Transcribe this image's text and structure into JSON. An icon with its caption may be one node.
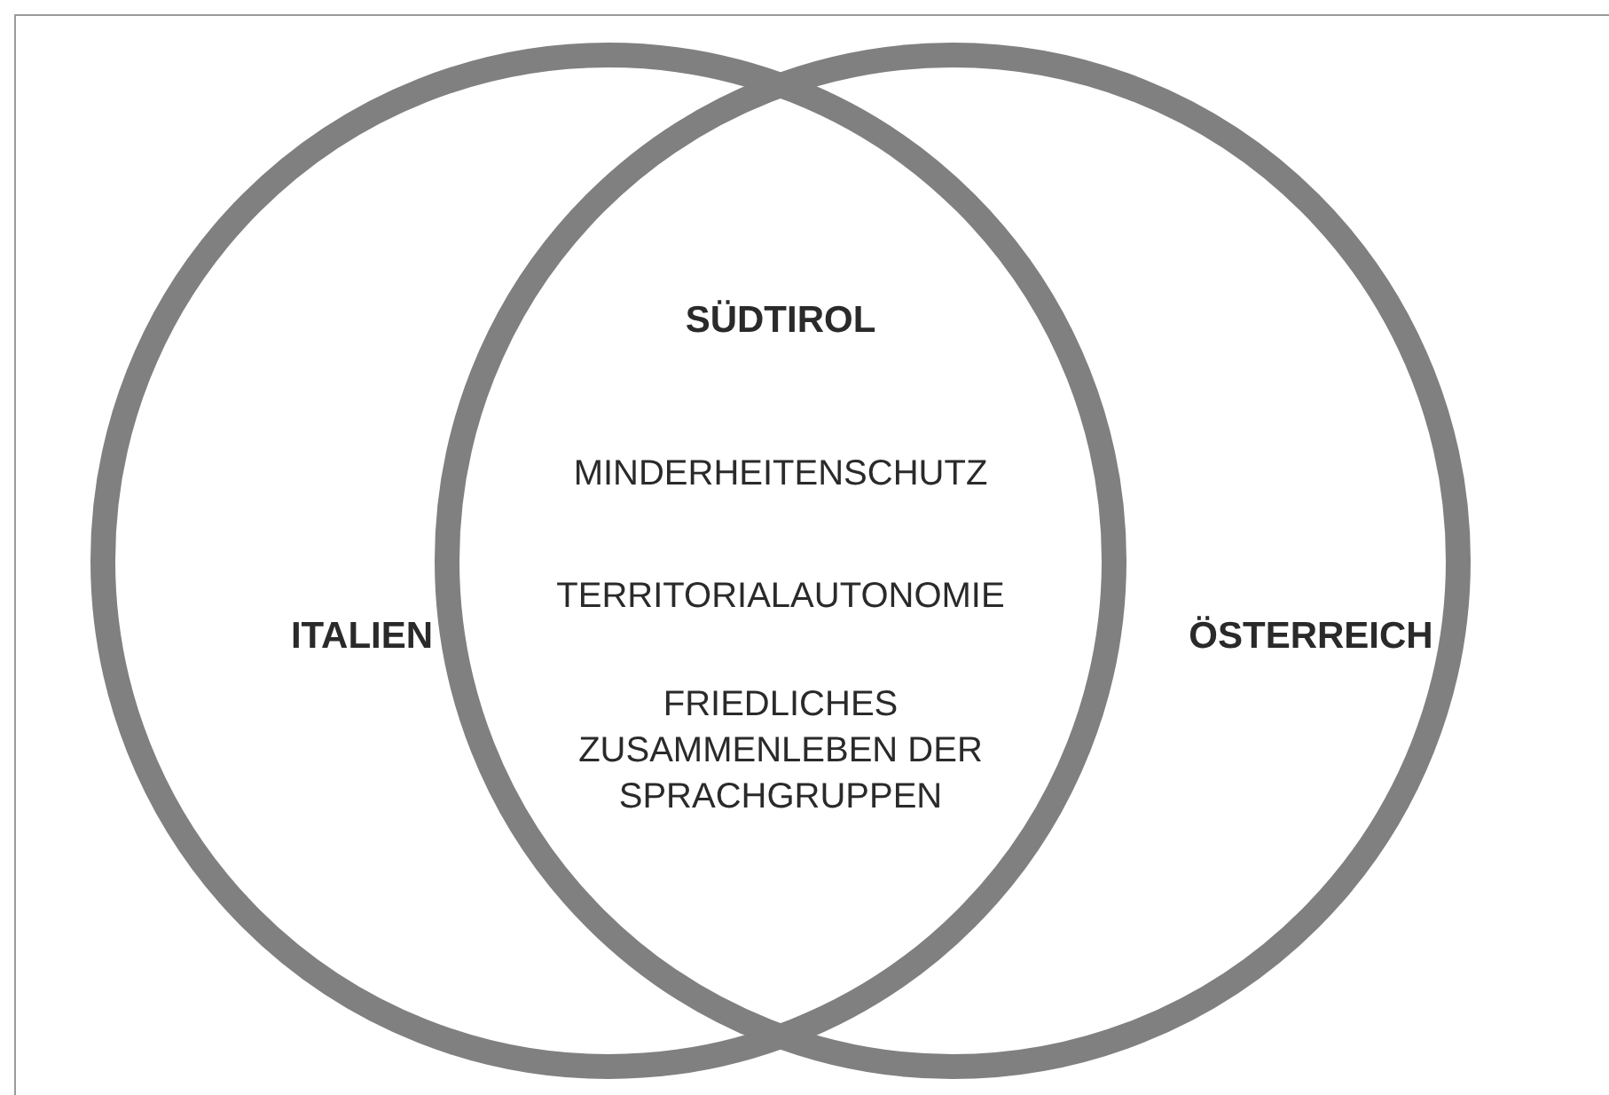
{
  "diagram": {
    "nodes": [
      {
        "text": [
          "ITALIEN"
        ]
      },
      {
        "text": [
          "ÖSTERREICH"
        ]
      },
      {
        "text": [
          "SÜDTIROL",
          "MINDERHEITENSCHUTZ",
          "TERRITORIALAUTONOMIE",
          "FRIEDLICHES ZUSAMMENLEBEN DER SPRACHGRUPPEN"
        ]
      }
    ],
    "edges": []
  }
}
